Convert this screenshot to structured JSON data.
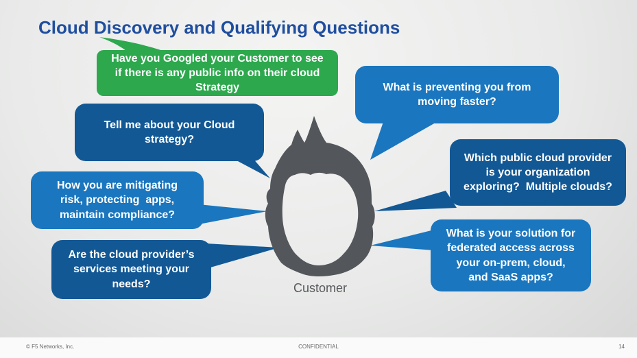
{
  "slide": {
    "title": "Cloud Discovery and Qualifying Questions",
    "center_label": "Customer",
    "footer": {
      "copyright": "© F5 Networks, Inc.",
      "classification": "CONFIDENTIAL",
      "page_number": "14"
    }
  },
  "bubbles": {
    "googled": {
      "text": "Have you Googled your Customer to see\nif there is any public info on their cloud\nStrategy"
    },
    "cloud_strategy": {
      "text": "Tell me about your Cloud\nstrategy?"
    },
    "mitigating_risk": {
      "text": "How you are mitigating\nrisk, protecting  apps,\nmaintain compliance?"
    },
    "provider_services": {
      "text": "Are the cloud provider’s\nservices meeting your\nneeds?"
    },
    "preventing_faster": {
      "text": "What is preventing you from\nmoving faster?"
    },
    "which_provider": {
      "text": "Which public cloud provider\nis your organization\nexploring?  Multiple clouds?"
    },
    "federated_access": {
      "text": "What is your solution for\nfederated access across\nyour on-prem, cloud,\nand SaaS apps?"
    }
  },
  "colors": {
    "title_blue": "#1F4E9F",
    "green": "#2DA84D",
    "dark_blue": "#125895",
    "medium_blue": "#1A76BE",
    "head_gray": "#53565A",
    "label_gray": "#58595B"
  }
}
